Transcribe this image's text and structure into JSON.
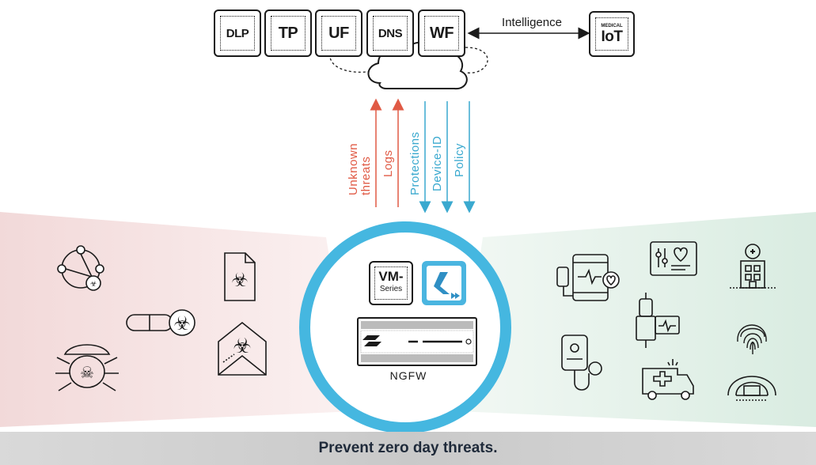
{
  "services": [
    {
      "label": "DLP"
    },
    {
      "label": "TP"
    },
    {
      "label": "UF"
    },
    {
      "label": "DNS"
    },
    {
      "label": "WF"
    }
  ],
  "intelligence": {
    "label": "Intelligence"
  },
  "iot": {
    "small_label": "MEDICAL",
    "label": "IoT"
  },
  "flows": {
    "unknown_threats_1": "Unknown",
    "unknown_threats_2": "threats",
    "logs": "Logs",
    "protections": "Protections",
    "device_id": "Device-ID",
    "policy": "Policy"
  },
  "vm_series": {
    "line1": "VM-",
    "line2": "Series"
  },
  "ngfw": {
    "label": "NGFW"
  },
  "caption": "Prevent zero day threats.",
  "colors": {
    "upstream": "#e05a45",
    "downstream": "#3aa9cf",
    "ring": "#45b7e0",
    "threat_zone": "#f6e3e3",
    "device_zone": "#e3f1ea"
  },
  "threat_icons": [
    "network-biohazard-icon",
    "biohazard-file-icon",
    "pill-biohazard-icon",
    "bug-skull-icon",
    "envelope-biohazard-icon"
  ],
  "device_icons": [
    "tablet-heart-monitor-icon",
    "patient-monitor-icon",
    "hospital-building-icon",
    "iv-infusion-pump-icon",
    "fingerprint-icon",
    "stethoscope-handheld-icon",
    "ambulance-icon",
    "mri-scanner-icon"
  ]
}
